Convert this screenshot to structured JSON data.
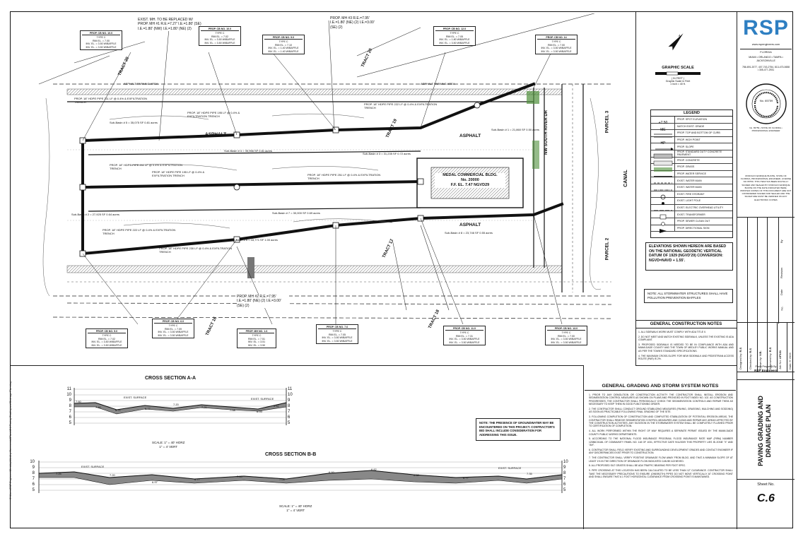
{
  "firm": {
    "logo": "RSP",
    "website": "www.rspengineers.com",
    "state": "FLORIDA",
    "offices": "MIAMI • ORLANDO • TAMPA • JACKSONVILLE",
    "phones": "786-691-2077, 407-743-2754, 813-473-0658 • 305-477-2931",
    "seal_text": "No. 65759 • STATE OF FLORIDA • PROFESSIONAL ENGINEER",
    "seal_license": "No. 65759",
    "seal_statement": "RODOLFO ENRIQUE BUCHE, STATE OF FLORIDA, PROFESSIONAL ENGINEER, LICENSE NO 65759. THIS ITEM HAS BEEN DIGITALLY SIGNED AND SEALED BY RODOLFO ENRIQUE BUCHE ON THE DATE INDICATED HERE. PRINTED COPIES OF THIS DOCUMENT ARE NOT CONSIDERED SIGNED AND SEALED AND THE SIGNATURE MUST BE VERIFIED ON ANY ELECTRONIC COPIES",
    "prepared_label": "Plans Prepared By",
    "prepared_by": "RSP Engineers",
    "copyright": "© 2023"
  },
  "graphic_scale": {
    "title": "GRAPHIC SCALE",
    "units": "( IN FEET )",
    "note": "Graphic Scale in Feet",
    "ratio": "1 inch = 40 ft."
  },
  "legend": {
    "title": "LEGEND",
    "items": [
      "PROP. SPOT ELEVATION",
      "MATCH EXIST. GRADE",
      "PROP. TOP AND BOTTOM OF CURB",
      "PROP. HIGH POINT",
      "PROP. SLOPE",
      "PROP. STANDARD DUTY CONCRETE PAVEMENT",
      "PROP. CONCRETE",
      "PROP. GRASS",
      "PROP. WATER SERVICE",
      "EXIST. WATER MAIN",
      "EXIST. WATER MAIN",
      "EXIST. FIRE HYDRANT",
      "EXIST. LIGHT POLE",
      "EXIST. ELECTRIC OVERHEAD UTILITY",
      "EXIST. TRANSFORMER",
      "PROP. SEWER CLEAN OUT",
      "PROP. DIRECTIONAL SIGN"
    ]
  },
  "elevation_note": "ELEVATIONS SHOWN HEREON ARE BASED ON THE NATIONAL GEODETIC VERTICAL DATUM OF 1929 (NGVD'29) CONVERSION: NGVD=NAVD + 1.55'.",
  "pollution_note": "NOTE: ALL STORMWATER STRUCTURES SHALL HAVE POLLUTION PREVENTION BAFFLES",
  "groundwater_note": "NOTE: THE PRESENCE OF GROUNDWATER MAY BE ENCOUNTERED ON THIS PROJECT. CONTRACTOR'S BID SHALL INCLUDE CONSIDERATION FOR ADDRESSING THIS ISSUE.",
  "general_notes": {
    "title": "GENERAL CONSTRUCTION NOTES",
    "items": [
      "1. ALL SIDEWALK WORK MUST COMPLY WITH ADA TITLE II.",
      "2. DO NOT MEET AND MATCH EXISTING SIDEWALK, UNLESS THE EXISTING IS ADA COMPLIANT.",
      "3. PROPOSED SIDEWALK IS NEEDED TO BE IN COMPLIANCE WITH ADA AND MIAMI-DADE COUNTY AND THE TOWN OF MEDLEY PUBLIC WORKS MANUAL AND AS PER THE TOWN'S STANDARD SPECIFICATIONS.",
      "4. THE MAXIMUM CROSS-SLOPE FOR NEW SIDEWALK AND PEDESTRIAN ACCESS ROUTE (PAR) IS 2%."
    ]
  },
  "grading_notes": {
    "title": "GENERAL GRADING AND STORM SYSTEM NOTES",
    "items": [
      "1. PRIOR TO ANY DEMOLITION OR CONSTRUCTION ACTIVITY THE CONTRACTOR SHALL INSTALL EROSION AND SEDIMENTATION CONTROL MEASURES AS SHOWN ON PLANS AND PROVIDED IN FDOT INDEX NO. 102. AS CONSTRUCTION PROGRESSES, THE CONTRACTOR SHALL PERIODICALLY CHECK THE SEDIMENTATION CONTROLS AND REPAIR THEM AS NECESSARY TO KEEP THEM IN GOOD FUNCTIONING ORDER.",
      "2. THE CONTRACTOR SHALL CONDUCT GROUND STABILIZING MEASURES (PAVING, GRASSING, MULCHING AND SODDING) AS SOON AS PRACTICABLE FOLLOWING FINAL GRADING OF THE SITE.",
      "3. FOLLOWING COMPLETION OF CONSTRUCTION AND COMPLETED STABILIZATION OF POTENTIAL EROSION AREAS, THE CONTRACTOR SHALL REMOVE SEDIMENTATION CONTROL MEASURES AND CLEAN AND REPAIR ANY AREAS AFFECTED BY THE CONSTRUCTION ACTIVITIES. ANY SILTATION IN THE STORMWATER SYSTEM SHALL BE COMPLETELY FLUSHED PRIOR TO CERTIFICATION OF COMPLETION.",
      "4. ALL WORK PERFORMED WITHIN THE RIGHT OF WAY REQUIRES A SEPARATE PERMIT ISSUED BY THE MIAMI-DADE COUNTY PUBLIC WORKS DEPARTMENTS.",
      "5. ACCORDING TO THE NATIONAL FLOOD INSURANCE PROGRAM, FLOOD INSURANCE RATE MAP (FIRM) NUMBER 12086C0118L OF COMMUNITY PANEL NO. 118 OF 1031, EFFECTIVE DATE 9/11/2009 THIS PROPERTY LIES IN ZONE \"X\" AND \"AH\".",
      "6. CONTRACTOR SHALL FIELD VERIFY EXISTING AND SURROUNDING DEVELOPMENT GRADES AND CONTACT ENGINEER IF ANY DISCREPANCIES EXIST PRIOR TO CONSTRUCTION.",
      "7. THE CONTRACTOR SHALL VERIFY POSITIVE DRAINAGE FLOW AWAY FROM BLDG. AND THAT A MINIMUM SLOPE OF AT LEAST 1% IN THE DIRECTION OF DRAINAGE FLOW INDICATED CAN BE ACHIEVED.",
      "8. ALL PROPOSED SILT GRATES SHALL BE ADA TRAFFIC BEARING PER FDOT SPEC.",
      "9. PIPE CROSSING AT THIS LOCATION HAS BEEN CALCULATED TO BE LESS THAN 12\" CLEARANCE. CONTRACTOR SHALL TAKE THE NECESSARY PRECAUTIONS TO ENSURE (ONE/BOTH) PIPES DO NOT MOVE VERTICALLY AT CROSSING POINT AND SHALL ENSURE THAT A 1 FOOT HORIZONTAL CLEARANCE FROM CROSSING POINT IS MAINTAINED."
    ]
  },
  "sections": {
    "a": {
      "title": "CROSS SECTION A-A",
      "scale_h": "SCALE: 1\" = 40' HORZ",
      "scale_v": "1\" = 4' VERT",
      "ticks": [
        "11",
        "10",
        "9",
        "8",
        "7",
        "6",
        "5"
      ],
      "labels": [
        "EXIST. SURFACE",
        "EXIST. SURFACE",
        "7.60",
        "7.40",
        "6.71",
        "6.77",
        "7.20",
        "7.21",
        "7.08",
        "6.93",
        "6.62"
      ]
    },
    "b": {
      "title": "CROSS SECTION B-B",
      "scale_h": "SCALE: 1\" = 40' HORZ",
      "scale_v": "1\" = 4' VERT",
      "ticks": [
        "10",
        "9",
        "8",
        "7",
        "6",
        "5"
      ],
      "labels": [
        "EXIST. SURFACE",
        "EXIST. SURFACE",
        "7.25",
        "7.20",
        "6.97",
        "6.77",
        "7.10",
        "7.04",
        "6.92",
        "6.82",
        "6.62",
        "6.77",
        "7.35"
      ]
    }
  },
  "title_block": {
    "sheet_title": "PAVING GRADING AND DRAINAGE PLAN",
    "sheet_no_label": "Sheet No.",
    "sheet_no": "C.6",
    "revision_header": "Revision",
    "by_header": "By",
    "no_header": "No.",
    "date_header": "Date",
    "designed_by_label": "Designed by:",
    "designed_by": "R.S",
    "checked_by_label": "Checked by:",
    "checked_by": "R.S",
    "drawn_by_label": "Drawn by:",
    "drawn_by": "V.B.",
    "approved_by_label": "Approved by:",
    "approved_by": "R.S",
    "job_no_label": "Job No:",
    "job_no": "AP101",
    "date_label": "Date:"
  },
  "plan": {
    "building": "MEDAL COMMERCIAL BLDG.",
    "building_area": "No. 20000",
    "building_ffe": "F.F. EL. 7.47 NGVD29",
    "tracts": [
      "TRACT 20",
      "TRACT 20",
      "TRACT 19",
      "TRACT 18",
      "TRACT 17",
      "TRACT 16"
    ],
    "asphalt": [
      "ASPHALT",
      "ASPHALT",
      "ASPHALT"
    ],
    "parcels": [
      "PARCEL 3",
      "PARCEL 2"
    ],
    "canal": "CANAL",
    "road": "NW SOUTH RIVER DR",
    "parking": [
      "ASPHALT PARKING AREA",
      "ASPHALT PARKING AREA"
    ],
    "manholes": [
      "EXIST. MH. TO BE REPLACED W/ PROP. MH #1  R.E.=7.27' I.E.=1.80' (SE) I.E.=1.80' (NW) I.E.=1.80' (NE) (2)",
      "PROP. MH #3  R.E.=7.95' I.E.=1.80' (NE) (2) I.E.=3.00' (SE) (2)",
      "PROP. MH #2  R.E.=7.95' I.E.=1.80' (NE) (2) I.E.=3.00' (SE) (2)"
    ],
    "basin_labels": [
      "Sub-Basin # 5 = 35,075 SF  0.81 acres",
      "Sub-Basin # 4 = 35,966 SF  0.81 acres",
      "Sub-Basin # 3 = 31,235 SF  0.72 acres",
      "Sub-Basin # 1 = 21,860 SF  0.50 acres",
      "Sub-Basin # 2 = 27,925 SF  0.64 acres",
      "Sub-Basin # 6 = 43,771 SF  1.00 acres",
      "Sub-Basin # 7 = 30,000 SF  0.69 acres",
      "Sub-Basin # 8 = 23,746 SF  0.55 acres"
    ],
    "trench_labels": [
      "PROP. 18\" HDPE PIPE  211 LF @ 0.4% & EXFILTRATION TRENCH",
      "PROP. 18\" HDPE PIPE  195 LF @ 0.4% & EXFILTRATION TRENCH",
      "PROP. 18\" HDPE PIPE  222 LF @ 0.4% & EXFILTRATION TRENCH",
      "PROP. 18\" HDPE PIPE  211 LF @ 0.4% & EXFILTRATION TRENCH",
      "PROP. 18\" HDPE PIPE  195 LF @ 0.4% & EXFILTRATION TRENCH",
      "PROP. 18\" HDPE PIPE  251 LF @ 0.4% & EXFILTRATION TRENCH",
      "PROP. 18\" HDPE PIPE  222 LF @ 0.4% & EXFILTRATION TRENCH",
      "PROP. 18\" HDPE PIPE  230 LF @ 0.4% & EXFILTRATION TRENCH"
    ],
    "callouts_top": [
      {
        "head": "PROP. CB NO. 10.0",
        "type": "TYPE C",
        "l1": "RIM EL. = 7.00",
        "l2": "INV. EL. = 3.50 W/BAFFLE",
        "l3": "INV. EL. = 3.50 W/BAFFLE"
      },
      {
        "head": "PROP. CB NO. 10.0",
        "type": "TYPE C",
        "l1": "RIM EL. = 7.02",
        "l2": "INV. EL. = 3.50 W/BAFFLE",
        "l3": "INV. EL. = 3.50 W/BAFFLE"
      },
      {
        "head": "PROP. CB NO. 9.0",
        "type": "TYPE C",
        "l1": "RIM EL. = 7.10",
        "l2": "INV. EL. = 1.40 W/BAFFLE",
        "l3": "INV. EL. = 1.40 W/BAFFLE"
      },
      {
        "head": "PROP. CB NO. 12.0",
        "type": "TYPE C",
        "l1": "RIM EL. = 7.05",
        "l2": "INV. EL. = 1.80 W/BAFFLE",
        "l3": "INV. EL. = 3.50 W/BAFFLE"
      },
      {
        "head": "PROP. CB NO. 14",
        "type": "TYPE C",
        "l1": "RIM EL. = 7.00",
        "l2": "INV. EL. = 3.50 W/BAFFLE",
        "l3": "INV. EL. = 3.50 W/BAFFLE"
      }
    ],
    "callouts_bottom": [
      {
        "head": "PROP. CB NO. 5.0",
        "type": "TYPE C",
        "l1": "RIM EL. = 7.02",
        "l2": "INV. EL. = 3.50 W/BAFFLE",
        "l3": "INV. EL. = 3.50 W/BAFFLE"
      },
      {
        "head": "PROP. CB NO. 6.0",
        "type": "TYPE C",
        "l1": "RIM EL. = 7.09",
        "l2": "INV. EL. = 3.50 W/BAFFLE",
        "l3": "INV. EL. = 3.50 W/BAFFLE"
      },
      {
        "head": "PROP. MH NO. 1.6",
        "type": "TYPE C",
        "l1": "RIM EL. = 7.51",
        "l2": "INV. EL. = 3.51",
        "l3": "INV. EL. = 3.50"
      },
      {
        "head": "PROP. CB NO. 7.6",
        "type": "TYPE C",
        "l1": "RIM EL. = 7.05",
        "l2": "INV. EL. = 3.50 W/BAFFLE",
        "l3": "INV. EL. = 3.50 W/BAFFLE"
      },
      {
        "head": "PROP. CB NO. 11.0",
        "type": "TYPE C",
        "l1": "RIM EL. = 7.31",
        "l2": "INV. EL. = 3.50 W/BAFFLE",
        "l3": "INV. EL. = 3.50 W/BAFFLE"
      },
      {
        "head": "PROP. CB NO. 13.0",
        "type": "TYPE C",
        "l1": "RIM EL. = 7.00",
        "l2": "INV. EL. = 3.50 W/BAFFLE",
        "l3": "INV. EL. = 3.50 W/BAFFLE"
      }
    ]
  },
  "side_file_path": "C:\\Users\\RSP Engineers\\Desktop\\Medley Commercial\\Plans\\C.6 Paving Grading and Drainage Plan.dwg",
  "colors": {
    "logo_blue": "#2e7fc2",
    "ink": "#111111",
    "hatch": "#777777",
    "green": "#4f8f3a"
  }
}
